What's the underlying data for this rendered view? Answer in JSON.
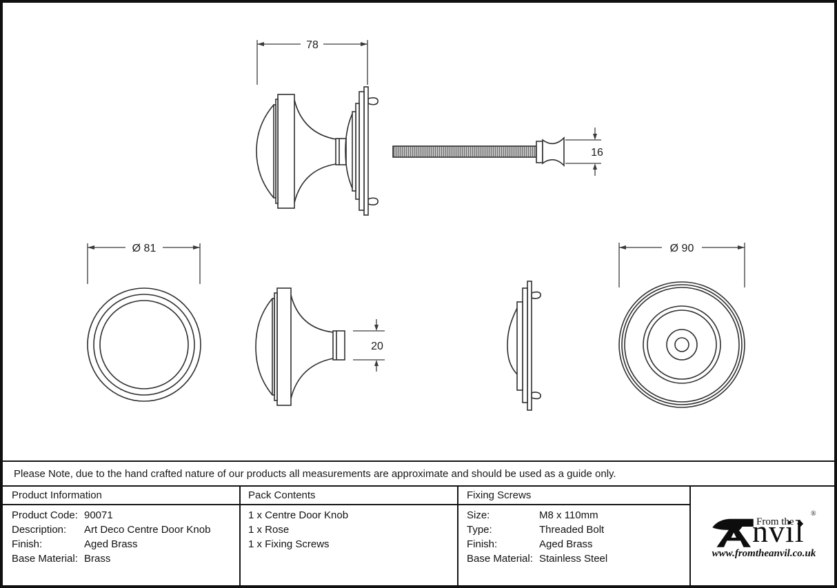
{
  "note": "Please Note, due to the hand crafted nature of our products all measurements are approximate and should be used as a guide only.",
  "dimensions": {
    "assembly_width": "78",
    "bolt_end_diameter": "16",
    "knob_diameter": "Ø 81",
    "stem_diameter": "20",
    "rose_diameter": "Ø 90"
  },
  "table": {
    "product_information": {
      "header": "Product Information",
      "rows": [
        {
          "label": "Product Code:",
          "value": "90071"
        },
        {
          "label": "Description:",
          "value": "Art Deco Centre Door Knob"
        },
        {
          "label": "Finish:",
          "value": "Aged Brass"
        },
        {
          "label": "Base Material:",
          "value": "Brass"
        }
      ]
    },
    "pack_contents": {
      "header": "Pack Contents",
      "items": [
        "1 x Centre Door Knob",
        "1 x Rose",
        "1 x Fixing Screws"
      ]
    },
    "fixing_screws": {
      "header": "Fixing Screws",
      "rows": [
        {
          "label": "Size:",
          "value": "M8 x 110mm"
        },
        {
          "label": "Type:",
          "value": "Threaded Bolt"
        },
        {
          "label": "Finish:",
          "value": "Aged Brass"
        },
        {
          "label": "Base Material:",
          "value": "Stainless Steel"
        }
      ]
    }
  },
  "logo": {
    "tagline": "From the",
    "brand_text": "nvil",
    "diamond": "◆",
    "registered_mark": "®",
    "website": "www.fromtheanvil.co.uk"
  }
}
